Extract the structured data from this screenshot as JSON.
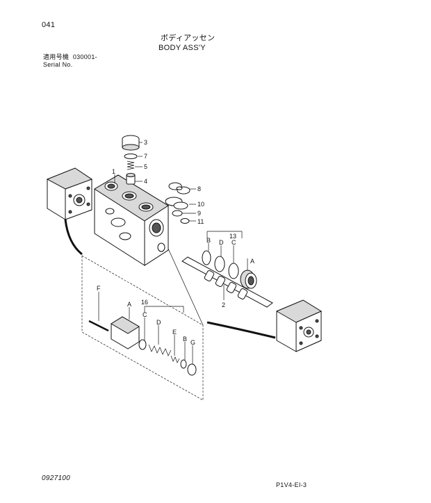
{
  "header": {
    "page_number": "041",
    "title_jp": "ボディアッセン",
    "title_en": "BODY ASS'Y",
    "serial_label_jp": "適用号機",
    "serial_value": "030001-",
    "serial_label_en": "Serial No."
  },
  "footer": {
    "drawing_number": "0927100",
    "sheet_code": "P1V4-EI-3"
  },
  "callouts": {
    "c1": "1",
    "c2": "2",
    "c3": "3",
    "c4": "4",
    "c5": "5",
    "c7": "7",
    "c8": "8",
    "c9": "9",
    "c10": "10",
    "c11": "11",
    "c13": "13",
    "c16": "16",
    "A1": "A",
    "B1": "B",
    "C1": "C",
    "D1": "D",
    "A2": "A",
    "B2": "B",
    "C2": "C",
    "D2": "D",
    "E2": "E",
    "F2": "F",
    "G2": "G"
  }
}
